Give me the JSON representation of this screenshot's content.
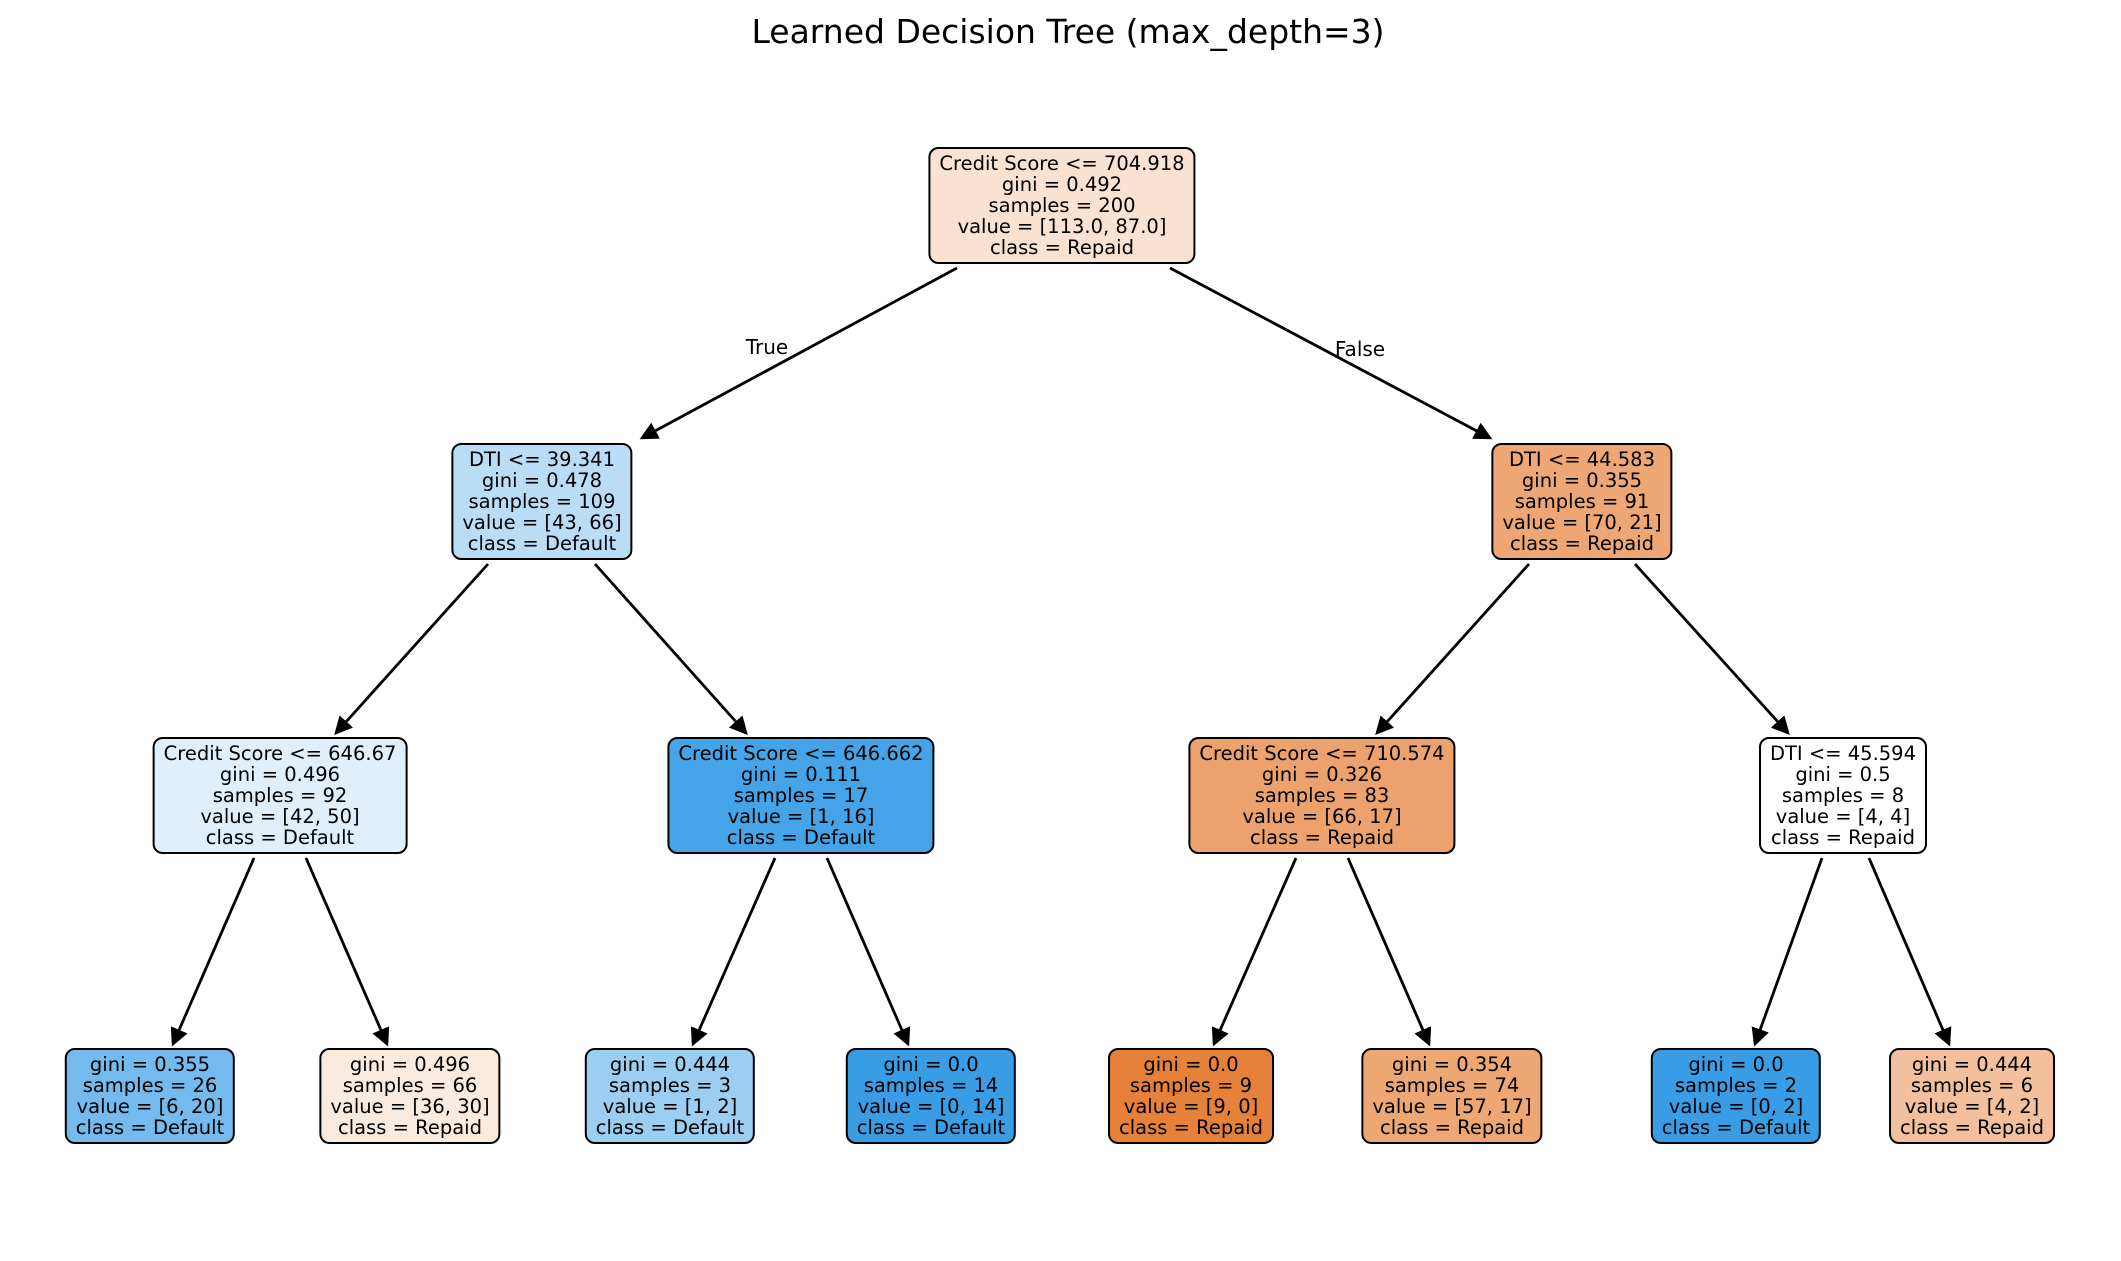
{
  "title": "Learned Decision Tree (max_depth=3)",
  "class_colors": {
    "Repaid": "#e58139",
    "Default": "#399de5"
  },
  "nodes": [
    {
      "id": "root",
      "depth": 0,
      "fill": "#f9e2d2",
      "lines": [
        "Credit Score <= 704.918",
        "gini = 0.492",
        "samples = 200",
        "value = [113.0, 87.0]",
        "class = Repaid"
      ]
    },
    {
      "id": "L",
      "depth": 1,
      "fill": "#baddf6",
      "lines": [
        "DTI <= 39.341",
        "gini = 0.478",
        "samples = 109",
        "value = [43, 66]",
        "class = Default"
      ]
    },
    {
      "id": "R",
      "depth": 1,
      "fill": "#eda774",
      "lines": [
        "DTI <= 44.583",
        "gini = 0.355",
        "samples = 91",
        "value = [70, 21]",
        "class = Repaid"
      ]
    },
    {
      "id": "LL",
      "depth": 2,
      "fill": "#dfeffb",
      "lines": [
        "Credit Score <= 646.67",
        "gini = 0.496",
        "samples = 92",
        "value = [42, 50]",
        "class = Default"
      ]
    },
    {
      "id": "LR",
      "depth": 2,
      "fill": "#45a3e7",
      "lines": [
        "Credit Score <= 646.662",
        "gini = 0.111",
        "samples = 17",
        "value = [1, 16]",
        "class = Default"
      ]
    },
    {
      "id": "RL",
      "depth": 2,
      "fill": "#eca26c",
      "lines": [
        "Credit Score <= 710.574",
        "gini = 0.326",
        "samples = 83",
        "value = [66, 17]",
        "class = Repaid"
      ]
    },
    {
      "id": "RR",
      "depth": 2,
      "fill": "#ffffff",
      "lines": [
        "DTI <= 45.594",
        "gini = 0.5",
        "samples = 8",
        "value = [4, 4]",
        "class = Repaid"
      ]
    },
    {
      "id": "LLL",
      "depth": 3,
      "fill": "#74baed",
      "lines": [
        "gini = 0.355",
        "samples = 26",
        "value = [6, 20]",
        "class = Default"
      ]
    },
    {
      "id": "LLR",
      "depth": 3,
      "fill": "#fbeade",
      "lines": [
        "gini = 0.496",
        "samples = 66",
        "value = [36, 30]",
        "class = Repaid"
      ]
    },
    {
      "id": "LRL",
      "depth": 3,
      "fill": "#9ccef2",
      "lines": [
        "gini = 0.444",
        "samples = 3",
        "value = [1, 2]",
        "class = Default"
      ]
    },
    {
      "id": "LRR",
      "depth": 3,
      "fill": "#399de5",
      "lines": [
        "gini = 0.0",
        "samples = 14",
        "value = [0, 14]",
        "class = Default"
      ]
    },
    {
      "id": "RLL",
      "depth": 3,
      "fill": "#e58139",
      "lines": [
        "gini = 0.0",
        "samples = 9",
        "value = [9, 0]",
        "class = Repaid"
      ]
    },
    {
      "id": "RLR",
      "depth": 3,
      "fill": "#eda773",
      "lines": [
        "gini = 0.354",
        "samples = 74",
        "value = [57, 17]",
        "class = Repaid"
      ]
    },
    {
      "id": "RRL",
      "depth": 3,
      "fill": "#399de5",
      "lines": [
        "gini = 0.0",
        "samples = 2",
        "value = [0, 2]",
        "class = Default"
      ]
    },
    {
      "id": "RRR",
      "depth": 3,
      "fill": "#f2c09c",
      "lines": [
        "gini = 0.444",
        "samples = 6",
        "value = [4, 2]",
        "class = Repaid"
      ]
    }
  ],
  "edges": [
    {
      "from": "root",
      "to": "L",
      "label": "True"
    },
    {
      "from": "root",
      "to": "R",
      "label": "False"
    },
    {
      "from": "L",
      "to": "LL",
      "label": ""
    },
    {
      "from": "L",
      "to": "LR",
      "label": ""
    },
    {
      "from": "R",
      "to": "RL",
      "label": ""
    },
    {
      "from": "R",
      "to": "RR",
      "label": ""
    },
    {
      "from": "LL",
      "to": "LLL",
      "label": ""
    },
    {
      "from": "LL",
      "to": "LLR",
      "label": ""
    },
    {
      "from": "LR",
      "to": "LRL",
      "label": ""
    },
    {
      "from": "LR",
      "to": "LRR",
      "label": ""
    },
    {
      "from": "RL",
      "to": "RLL",
      "label": ""
    },
    {
      "from": "RL",
      "to": "RLR",
      "label": ""
    },
    {
      "from": "RR",
      "to": "RRL",
      "label": ""
    },
    {
      "from": "RR",
      "to": "RRR",
      "label": ""
    }
  ]
}
